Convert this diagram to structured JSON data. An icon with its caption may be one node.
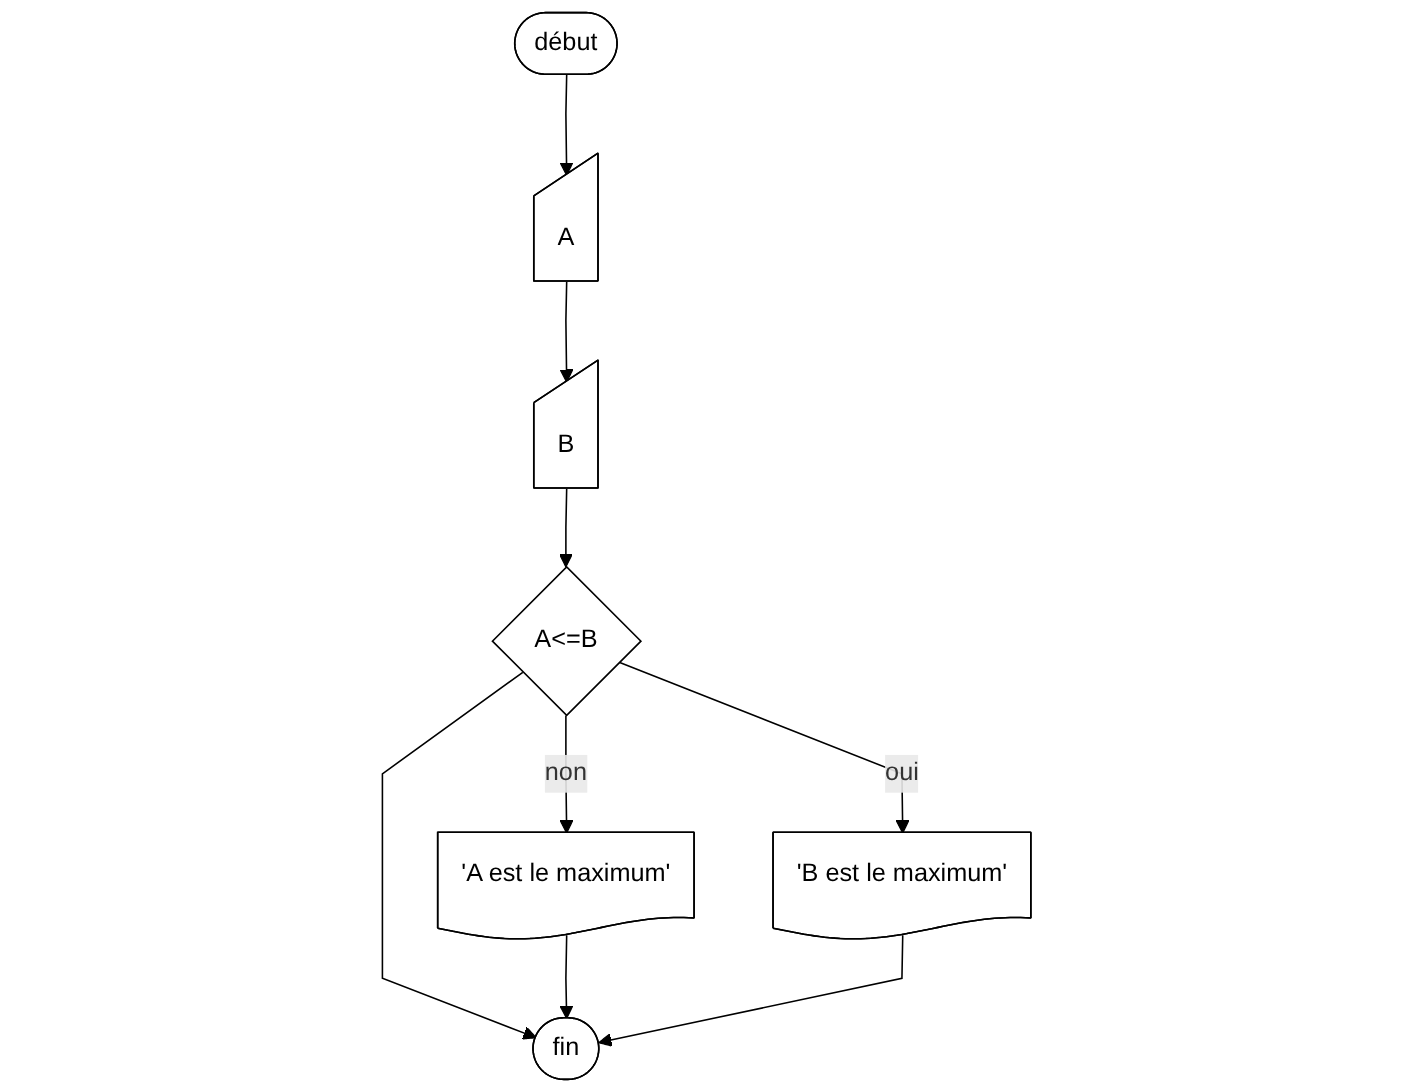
{
  "diagram": {
    "nodes": [
      {
        "text": [
          "début"
        ]
      },
      {
        "text": [
          "A"
        ]
      },
      {
        "text": [
          "B"
        ]
      },
      {
        "text": [
          "A<=B"
        ]
      },
      {
        "text": [
          "'A est le maximum'"
        ]
      },
      {
        "text": [
          "'B est le maximum'"
        ]
      },
      {
        "text": [
          "fin"
        ]
      }
    ],
    "edges": [
      {
        "from": 0,
        "to": 1,
        "arrow": "to"
      },
      {
        "from": 1,
        "to": 2,
        "arrow": "to"
      },
      {
        "from": 2,
        "to": 3,
        "arrow": "to"
      },
      {
        "from": 3,
        "to": 4,
        "arrow": "to",
        "label": "non"
      },
      {
        "from": 3,
        "to": 5,
        "arrow": "to",
        "label": "oui"
      },
      {
        "from": 3,
        "to": 6,
        "arrow": "to"
      },
      {
        "from": 4,
        "to": 6,
        "arrow": "to"
      },
      {
        "from": 5,
        "to": 6,
        "arrow": "to"
      }
    ]
  }
}
